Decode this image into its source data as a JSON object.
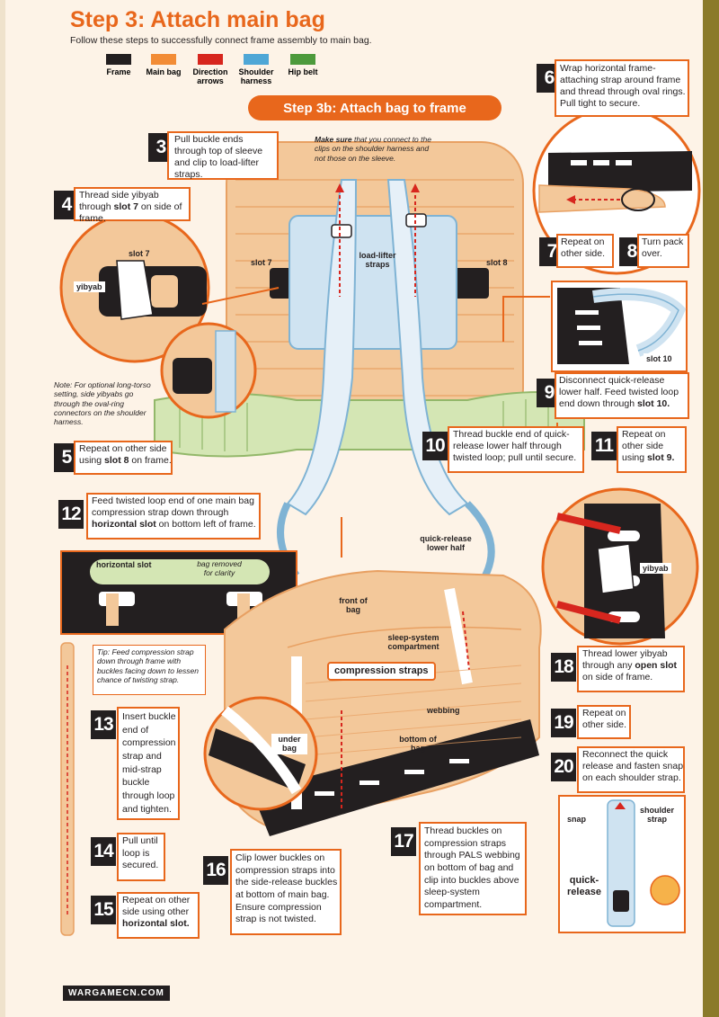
{
  "header": {
    "title": "Step 3: Attach main bag",
    "subtitle": "Follow these steps to successfully connect frame assembly to main bag.",
    "substep_title": "Step 3b: Attach bag to frame"
  },
  "legend": [
    {
      "label": "Frame",
      "color": "#231f20"
    },
    {
      "label": "Main bag",
      "color": "#f28c36"
    },
    {
      "label": "Direction arrows",
      "color": "#d7261e"
    },
    {
      "label": "Shoulder harness",
      "color": "#4fa7d6"
    },
    {
      "label": "Hip belt",
      "color": "#4d9a3c"
    }
  ],
  "steps": {
    "s3": {
      "num": "3",
      "text": "Pull buckle ends through top of sleeve and clip to load-lifter straps."
    },
    "s4": {
      "num": "4",
      "text_a": "Thread side yibyab through ",
      "text_b": "slot 7",
      "text_c": " on side of frame."
    },
    "s5": {
      "num": "5",
      "text_a": "Repeat on other side using ",
      "text_b": "slot 8",
      "text_c": " on frame."
    },
    "s6": {
      "num": "6",
      "text": "Wrap horizontal frame-attaching strap around frame and thread through oval rings. Pull tight to secure."
    },
    "s7": {
      "num": "7",
      "text": "Repeat on other side."
    },
    "s8": {
      "num": "8",
      "text": "Turn pack over."
    },
    "s9": {
      "num": "9",
      "text_a": "Disconnect quick-release lower half. Feed twisted loop end down through ",
      "text_b": "slot 10."
    },
    "s10": {
      "num": "10",
      "text": "Thread buckle end of quick-release lower half through twisted loop; pull until secure."
    },
    "s11": {
      "num": "11",
      "text_a": "Repeat on other side using ",
      "text_b": "slot 9."
    },
    "s12": {
      "num": "12",
      "text_a": "Feed twisted loop end of one main bag compression strap down through ",
      "text_b": "horizontal slot",
      "text_c": " on bottom left of frame."
    },
    "s13": {
      "num": "13",
      "text": "Insert buckle end of compression strap and mid-strap buckle through loop and tighten."
    },
    "s14": {
      "num": "14",
      "text": "Pull until loop is secured."
    },
    "s15": {
      "num": "15",
      "text_a": "Repeat on other side using other ",
      "text_b": "horizontal slot."
    },
    "s16": {
      "num": "16",
      "text": "Clip lower buckles on compression straps into the side-release buckles at bottom of main bag. Ensure compression strap is not twisted."
    },
    "s17": {
      "num": "17",
      "text": "Thread buckles on compression straps through PALS webbing on bottom of bag and clip into buckles above sleep-system compartment."
    },
    "s18": {
      "num": "18",
      "text_a": "Thread lower yibyab through any ",
      "text_b": "open slot",
      "text_c": " on side of frame."
    },
    "s19": {
      "num": "19",
      "text": "Repeat on other side."
    },
    "s20": {
      "num": "20",
      "text": "Reconnect the quick release and fasten snap on each shoulder strap."
    }
  },
  "notes": {
    "make_sure_a": "Make sure",
    "make_sure_b": " that you connect to the clips on the shoulder harness and not those on the sleeve.",
    "optional": "Note: For optional long-torso setting, side yibyabs go through the oval-ring connectors on the shoulder harness.",
    "tip": "Tip: Feed compression strap down through frame with buckles facing down to lessen chance of twisting strap.",
    "bag_removed": "bag removed for clarity"
  },
  "labels": {
    "slot7_inset": "slot 7",
    "yibyab_left": "yibyab",
    "slot7": "slot 7",
    "load_lifter": "load-lifter straps",
    "slot8": "slot 8",
    "slot10": "slot 10",
    "horizontal_slot": "horizontal slot",
    "quick_release_lower_half": "quick-release lower half",
    "yibyab_right": "yibyab",
    "front_of_bag": "front of bag",
    "sleep_system": "sleep-system compartment",
    "compression_straps": "compression straps",
    "webbing": "webbing",
    "bottom_of_bag": "bottom of bag",
    "under_bag": "under bag",
    "snap": "snap",
    "shoulder_strap": "shoulder strap",
    "quick_release": "quick-release"
  },
  "watermark": {
    "text": "WARGAMECN.COM"
  },
  "colors": {
    "accent": "#e8671c",
    "title": "#e8671c",
    "bag": "#f3c89a",
    "harness": "#cfe3f1",
    "hipbelt": "#d4e6b4",
    "frame": "#231f20",
    "arrow": "#d7261e"
  }
}
